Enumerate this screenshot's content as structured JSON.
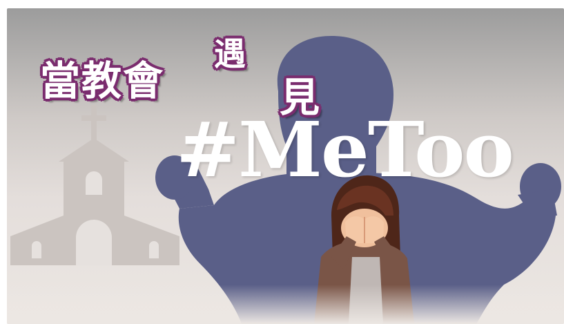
{
  "title": {
    "word1": "當教會",
    "word2": "遇",
    "word3": "見",
    "hashtag": "#MeToo"
  },
  "colors": {
    "background_top": "#9a9a9a",
    "background_bottom": "#e9e3df",
    "church": "#cbc4c0",
    "shadow_figure": "#5a5f88",
    "title_outline": "#7a2c6e",
    "hair": "#5a2c1e",
    "skin": "#f1c29f",
    "cardigan": "#7a5547"
  }
}
